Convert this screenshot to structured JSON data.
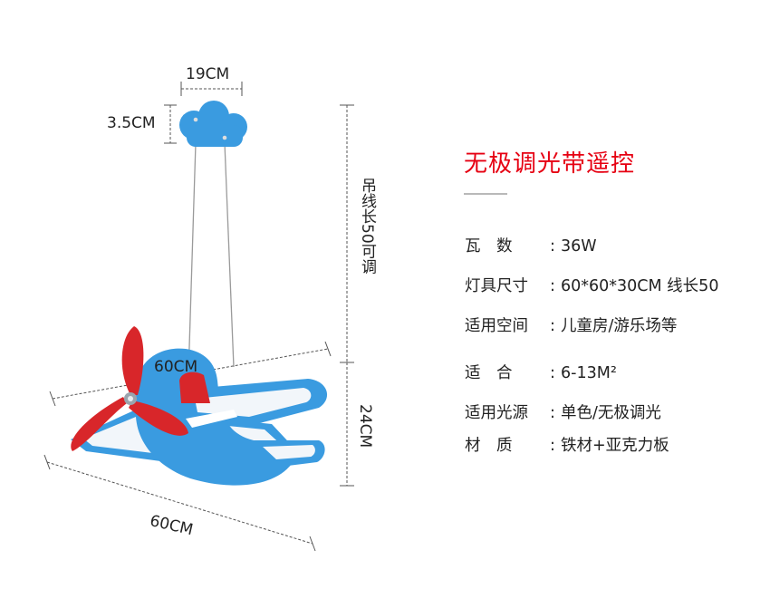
{
  "title": "无极调光带遥控",
  "dimensions": {
    "canopy_width": "19CM",
    "canopy_height": "3.5CM",
    "cable_length": "吊线长50可调",
    "depth": "60CM",
    "width": "60CM",
    "height": "24CM"
  },
  "specs": [
    {
      "label": "瓦　数",
      "value": "36W"
    },
    {
      "label": "灯具尺寸",
      "value": "60*60*30CM  线长50"
    },
    {
      "label": "适用空间",
      "value": "儿童房/游乐场等"
    },
    {
      "label": "适　合",
      "value": "6-13M²"
    },
    {
      "label": "适用光源",
      "value": "单色/无极调光"
    },
    {
      "label": "材　质",
      "value": "铁材+亚克力板"
    }
  ],
  "colors": {
    "title": "#e60012",
    "plane_blue": "#3a9be0",
    "propeller_red": "#d8262a",
    "wing_white": "#f2f6fa"
  }
}
